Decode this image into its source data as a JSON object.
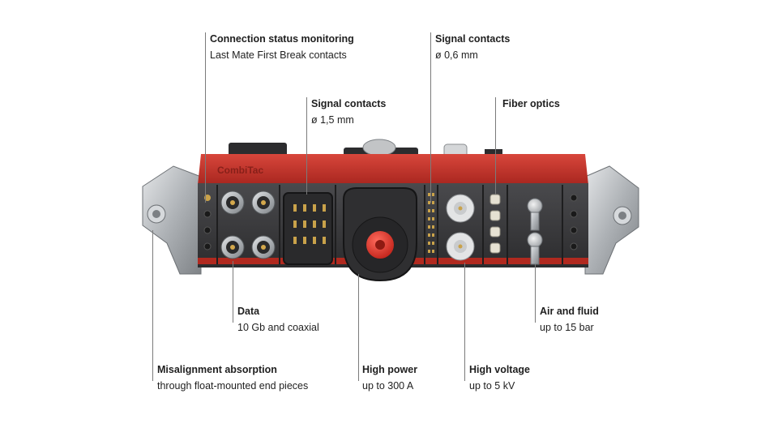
{
  "product": {
    "brand_text": "CombiTac"
  },
  "callouts": {
    "connection_status": {
      "title": "Connection status monitoring",
      "subtitle": "Last Mate First Break contacts"
    },
    "signal_15": {
      "title": "Signal contacts",
      "subtitle": "ø 1,5 mm"
    },
    "signal_06": {
      "title": "Signal contacts",
      "subtitle": "ø 0,6 mm"
    },
    "fiber_optics": {
      "title": "Fiber optics"
    },
    "data": {
      "title": "Data",
      "subtitle": "10 Gb and coaxial"
    },
    "air_fluid": {
      "title": "Air and fluid",
      "subtitle": "up to 15 bar"
    },
    "misalignment": {
      "title": "Misalignment absorption",
      "subtitle": "through float-mounted end pieces"
    },
    "high_power": {
      "title": "High power",
      "subtitle": "up to 300 A"
    },
    "high_voltage": {
      "title": "High voltage",
      "subtitle": "up to 5 kV"
    }
  },
  "colors": {
    "housing_red": "#c8342a",
    "housing_dark": "#3a3a3c",
    "metal": "#b9bcc0",
    "accent_power": "#e0342c"
  }
}
